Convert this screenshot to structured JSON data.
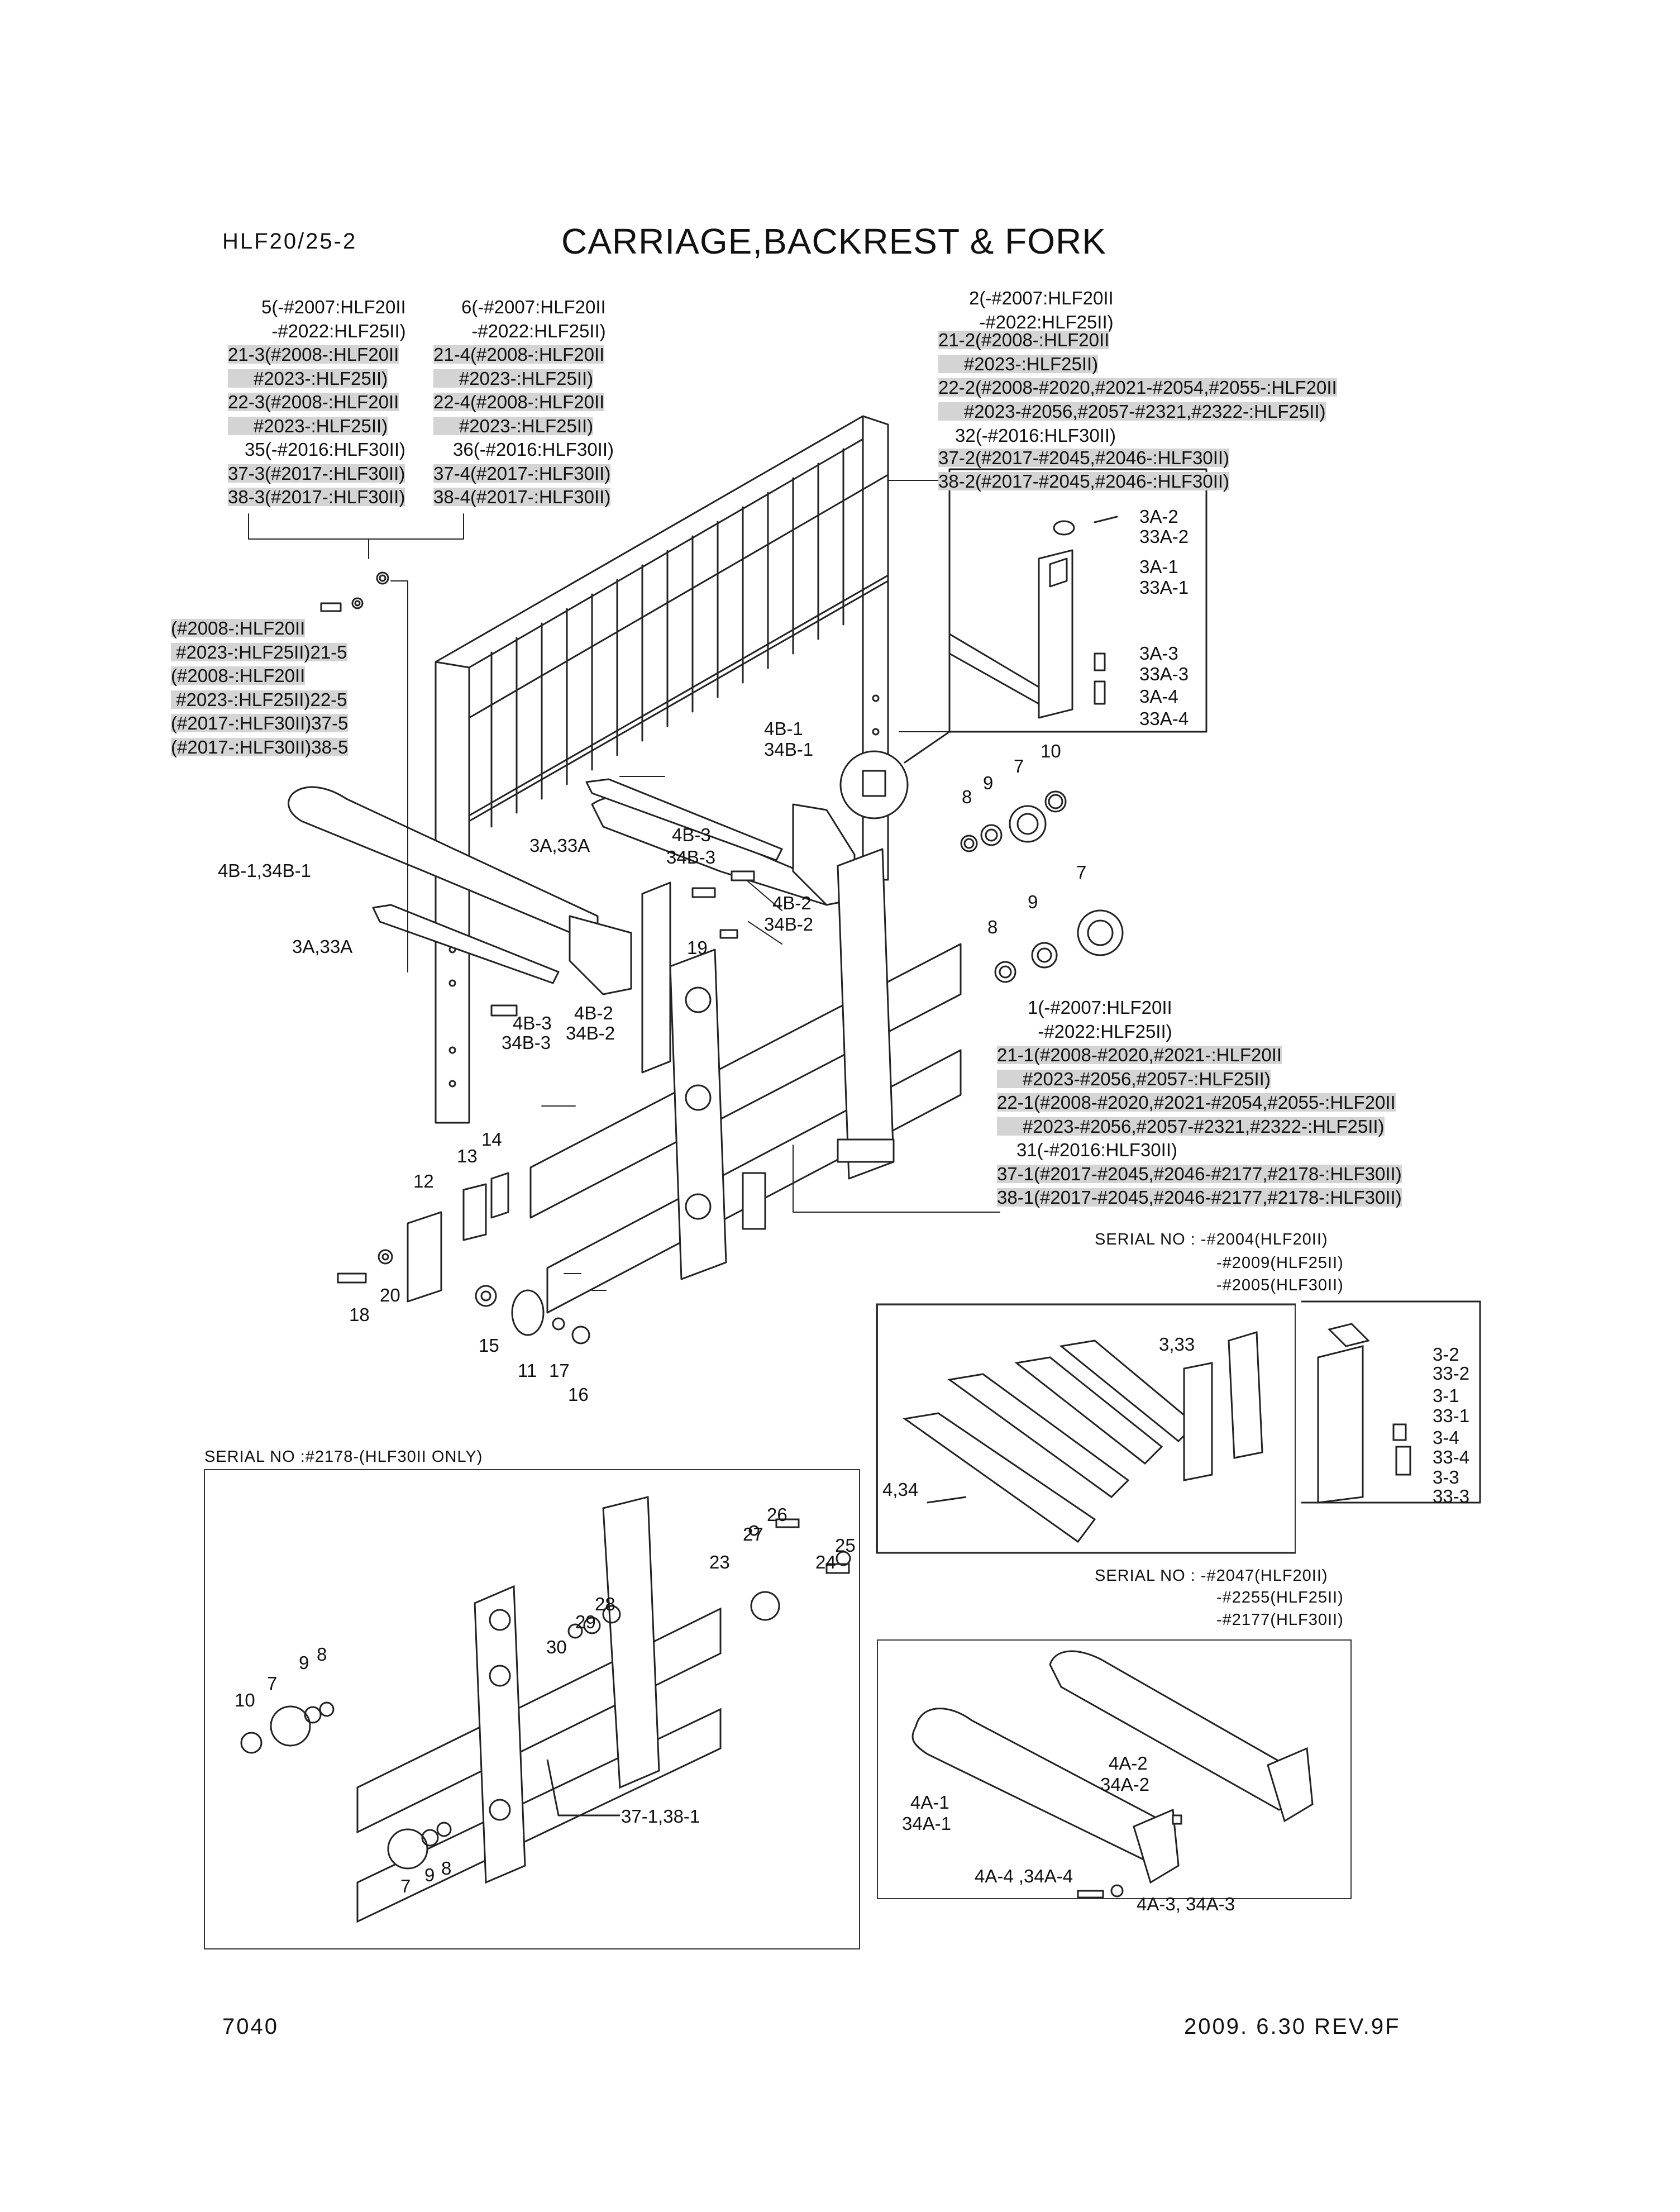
{
  "header": {
    "model": "HLF20/25-2",
    "title": "CARRIAGE,BACKREST & FORK"
  },
  "footer": {
    "page": "7040",
    "revision": "2009. 6.30 REV.9F"
  },
  "notes": {
    "left_block": [
      {
        "text": "5(-#2007:HLF20II",
        "hl": false
      },
      {
        "text": "  -#2022:HLF25II)",
        "hl": false
      },
      {
        "text": "21-3(#2008-:HLF20II",
        "hl": true
      },
      {
        "text": "     #2023-:HLF25II)",
        "hl": true
      },
      {
        "text": "22-3(#2008-:HLF20II",
        "hl": true
      },
      {
        "text": "     #2023-:HLF25II)",
        "hl": true
      },
      {
        "text": "35(-#2016:HLF30II)",
        "hl": false
      },
      {
        "text": "37-3(#2017-:HLF30II)",
        "hl": true
      },
      {
        "text": "38-3(#2017-:HLF30II)",
        "hl": true
      }
    ],
    "mid_block": [
      {
        "text": "6(-#2007:HLF20II",
        "hl": false
      },
      {
        "text": "  -#2022:HLF25II)",
        "hl": false
      },
      {
        "text": "21-4(#2008-:HLF20II",
        "hl": true
      },
      {
        "text": "     #2023-:HLF25II)",
        "hl": true
      },
      {
        "text": "22-4(#2008-:HLF20II",
        "hl": true
      },
      {
        "text": "     #2023-:HLF25II)",
        "hl": true
      },
      {
        "text": "36(-#2016:HLF30II)",
        "hl": false
      },
      {
        "text": "37-4(#2017-:HLF30II)",
        "hl": true
      },
      {
        "text": "38-4(#2017-:HLF30II)",
        "hl": true
      }
    ],
    "side_block": [
      {
        "text": "(#2008-:HLF20II",
        "hl": true
      },
      {
        "text": " #2023-:HLF25II)21-5",
        "hl": true
      },
      {
        "text": "(#2008-:HLF20II",
        "hl": true
      },
      {
        "text": " #2023-:HLF25II)22-5",
        "hl": true
      },
      {
        "text": "(#2017-:HLF30II)37-5",
        "hl": true
      },
      {
        "text": "(#2017-:HLF30II)38-5",
        "hl": true
      }
    ],
    "top_right_block": [
      {
        "text": "2(-#2007:HLF20II",
        "hl": false
      },
      {
        "text": "  -#2022:HLF25II)",
        "hl": false
      },
      {
        "text": "21-2(#2008-:HLF20II",
        "hl": true
      },
      {
        "text": "     #2023-:HLF25II)",
        "hl": true
      },
      {
        "text": "22-2(#2008-#2020,#2021-#2054,#2055-:HLF20II",
        "hl": true
      },
      {
        "text": "     #2023-#2056,#2057-#2321,#2322-:HLF25II)",
        "hl": true
      },
      {
        "text": "32(-#2016:HLF30II)",
        "hl": false
      },
      {
        "text": "37-2(#2017-#2045,#2046-:HLF30II)",
        "hl": true
      },
      {
        "text": "38-2(#2017-#2045,#2046-:HLF30II)",
        "hl": true
      }
    ],
    "mid_right_block": [
      {
        "text": "1(-#2007:HLF20II",
        "hl": false
      },
      {
        "text": "  -#2022:HLF25II)",
        "hl": false
      },
      {
        "text": "21-1(#2008-#2020,#2021-:HLF20II",
        "hl": true
      },
      {
        "text": "     #2023-#2056,#2057-:HLF25II)",
        "hl": true
      },
      {
        "text": "22-1(#2008-#2020,#2021-#2054,#2055-:HLF20II",
        "hl": true
      },
      {
        "text": "     #2023-#2056,#2057-#2321,#2322-:HLF25II)",
        "hl": true
      },
      {
        "text": "31(-#2016:HLF30II)",
        "hl": false
      },
      {
        "text": "37-1(#2017-#2045,#2046-#2177,#2178-:HLF30II)",
        "hl": true
      },
      {
        "text": "38-1(#2017-#2045,#2046-#2177,#2178-:HLF30II)",
        "hl": true
      }
    ]
  },
  "serial_notes": {
    "box1": [
      "SERIAL NO : -#2004(HLF20II)",
      "-#2009(HLF25II)",
      "-#2005(HLF30II)"
    ],
    "box2": [
      "SERIAL NO : -#2047(HLF20II)",
      "-#2255(HLF25II)",
      "-#2177(HLF30II)"
    ],
    "box3": "SERIAL NO :#2178-(HLF30II ONLY)"
  },
  "labels": {
    "main": [
      "4B-1",
      "34B-1",
      "4B-1,34B-1",
      "3A,33A",
      "3A,33A",
      "4B-3",
      "34B-3",
      "4B-2",
      "34B-2",
      "4B-2",
      "34B-2",
      "4B-3",
      "34B-3",
      "19",
      "8",
      "9",
      "7",
      "10",
      "7",
      "9",
      "8",
      "14",
      "13",
      "12",
      "18",
      "20",
      "15",
      "11",
      "17",
      "16"
    ],
    "inset_fork": [
      "3A-2",
      "33A-2",
      "3A-1",
      "33A-1",
      "3A-3",
      "33A-3",
      "3A-4",
      "33A-4"
    ],
    "box1": [
      "3,33",
      "4,34",
      "3-2",
      "33-2",
      "3-1",
      "33-1",
      "3-4",
      "33-4",
      "3-3",
      "33-3"
    ],
    "box2": [
      "4A-2",
      "34A-2",
      "4A-1",
      "34A-1",
      "4A-4 ,34A-4",
      "4A-3, 34A-3"
    ],
    "box3": [
      "26",
      "27",
      "25",
      "24",
      "23",
      "28",
      "29",
      "30",
      "9",
      "8",
      "7",
      "10",
      "37-1,38-1",
      "7",
      "9",
      "8"
    ]
  }
}
